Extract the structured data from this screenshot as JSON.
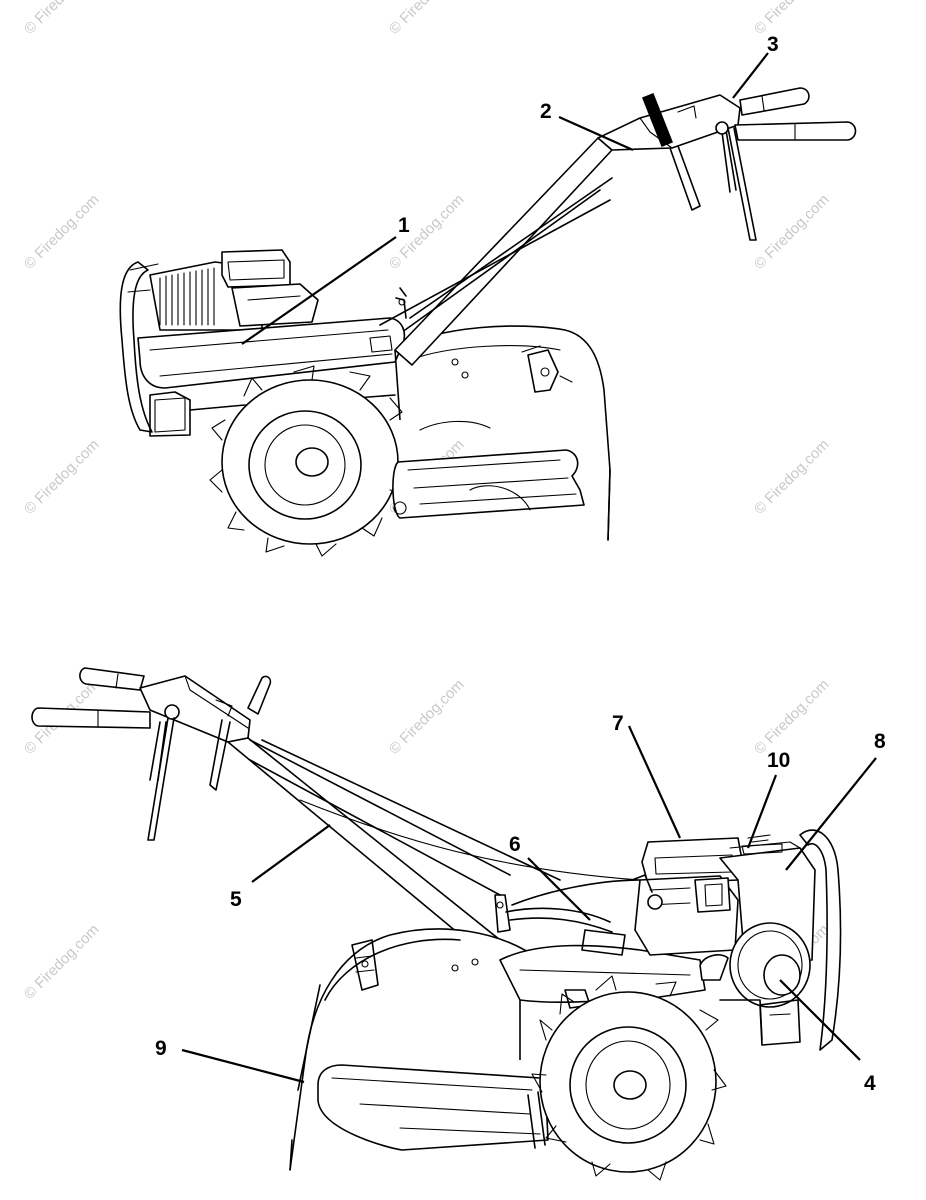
{
  "watermark": "© Firedog.com",
  "callouts": [
    {
      "number": "1"
    },
    {
      "number": "2"
    },
    {
      "number": "3"
    },
    {
      "number": "4"
    },
    {
      "number": "5"
    },
    {
      "number": "6"
    },
    {
      "number": "7"
    },
    {
      "number": "8"
    },
    {
      "number": "9"
    },
    {
      "number": "10"
    }
  ]
}
